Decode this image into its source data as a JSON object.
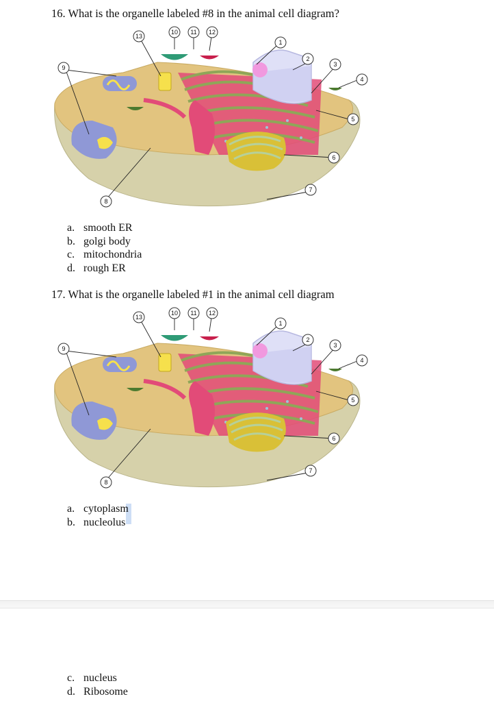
{
  "q16": {
    "question": "16. What is the organelle labeled #8 in the animal cell diagram?",
    "options": [
      {
        "letter": "a.",
        "text": "smooth ER"
      },
      {
        "letter": "b.",
        "text": "golgi body"
      },
      {
        "letter": "c.",
        "text": "mitochondria"
      },
      {
        "letter": "d.",
        "text": "rough ER"
      }
    ]
  },
  "q17": {
    "question": "17. What is the organelle labeled #1 in the animal cell diagram",
    "options_top": [
      {
        "letter": "a.",
        "text": "cytoplasm"
      },
      {
        "letter": "b.",
        "text": "nucleolus"
      }
    ],
    "options_bottom": [
      {
        "letter": "c.",
        "text": "nucleus"
      },
      {
        "letter": "d.",
        "text": "Ribosome"
      }
    ]
  },
  "diagram_labels": [
    "1",
    "2",
    "3",
    "4",
    "5",
    "6",
    "7",
    "8",
    "9",
    "10",
    "11",
    "12",
    "13"
  ],
  "colors": {
    "cytoplasm": "#e2c47f",
    "cell_wall": "#d6d1aa",
    "nucleus": "#dfe0f7",
    "nucleolus": "#f199df",
    "rough_er": "#e24b78",
    "er_stroke": "#8fa658",
    "golgi": "#d9c037",
    "mitochondria": "#8f98d6",
    "vesicle_green": "#2f9b76",
    "vesicle_red": "#c81f4c"
  }
}
